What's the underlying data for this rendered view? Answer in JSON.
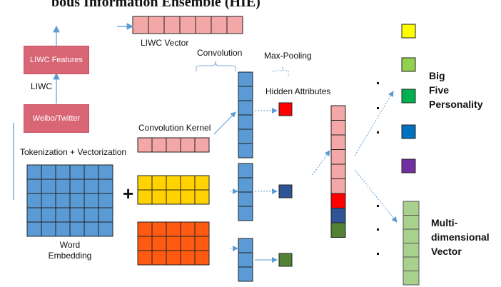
{
  "title": "bous Information Ensemble (HIE)",
  "labels": {
    "liwc_vector": "LIWC Vector",
    "convolution": "Convolution",
    "max_pooling": "Max-Pooling",
    "hidden_attributes": "Hidden Attributes",
    "liwc_features": "LIWC Features",
    "liwc": "LIWC",
    "weibo_twitter": "Weibo/Twitter",
    "convolution_kernel": "Convolution Kernel",
    "tokenization": "Tokenization + Vectorization",
    "word": "Word",
    "embedding": "Embedding",
    "plus": "+",
    "big_five_1": "Big",
    "big_five_2": "Five",
    "big_five_3": "Personality",
    "multi_1": "Multi-",
    "multi_2": "dimensional",
    "multi_3": "Vector"
  },
  "colors": {
    "liwc_box": "#d96675",
    "pink_cell": "#f4a7a7",
    "blue_cell": "#5b9bd5",
    "yellow_cell": "#ffd200",
    "orange_cell": "#ff5a12",
    "green_cell": "#a9d18e",
    "pooled_red": "#ff0000",
    "pooled_navy": "#2f5597",
    "pooled_green": "#548235",
    "arrow": "#5b9bd5"
  },
  "personality_swatches": [
    "#ffff00",
    "#92d050",
    "#00b050",
    "#0070c0",
    "#7030a0"
  ]
}
